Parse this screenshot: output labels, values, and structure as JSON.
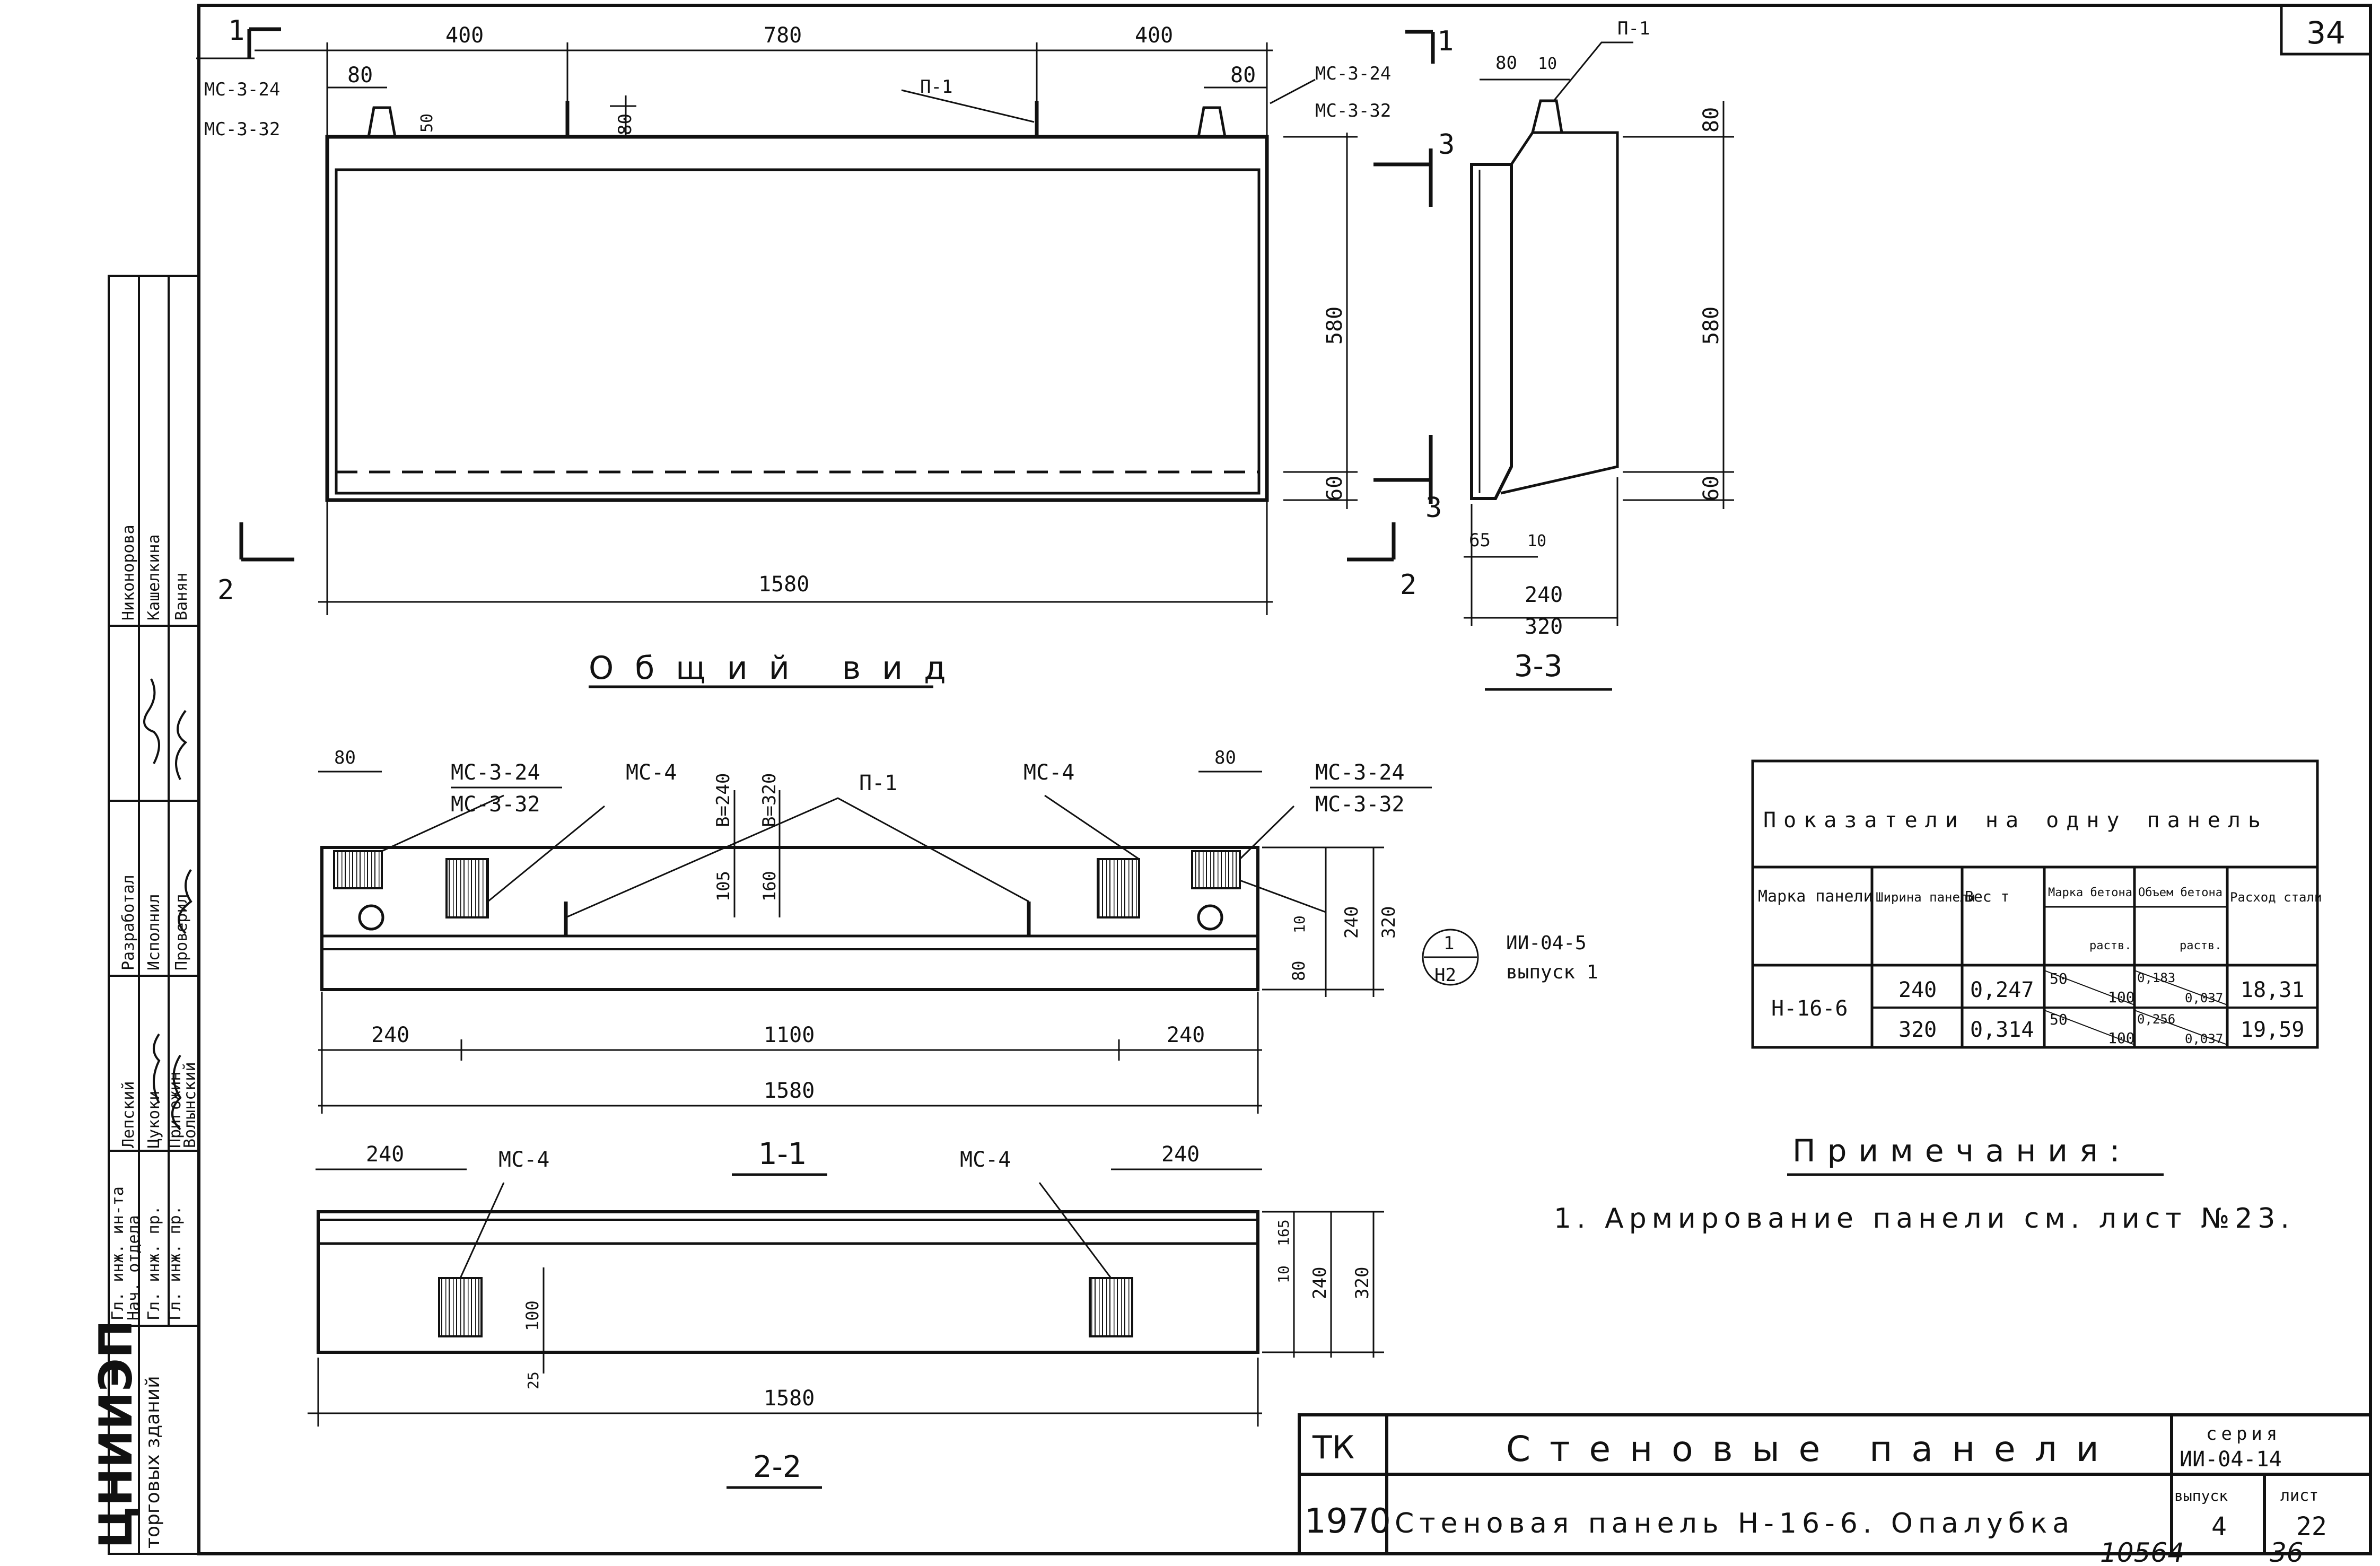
{
  "sheet": {
    "number": "34"
  },
  "general_view": {
    "title": "Общий вид",
    "dim_400_left": "400",
    "dim_780": "780",
    "dim_400_right": "400",
    "dim_80_left": "80",
    "dim_80_right": "80",
    "dim_50": "50",
    "dim_80_mid": "80",
    "dim_580": "580",
    "dim_60": "60",
    "dim_1580": "1580",
    "label_ms_top_l1": "МС-3-24",
    "label_ms_top_l2": "МС-3-32",
    "label_ms_top_r1": "МС-3-24",
    "label_ms_top_r2": "МС-3-32",
    "label_p1": "П-1",
    "cut1_left": "1",
    "cut1_right": "1",
    "cut2_left": "2",
    "cut2_right": "2",
    "cut3_top": "3",
    "cut3_bottom": "3"
  },
  "section_3_3": {
    "title": "3-3",
    "dim_80_top": "80",
    "dim_10_top": "10",
    "label_p1": "П-1",
    "dim_80_right": "80",
    "dim_580": "580",
    "dim_60": "60",
    "dim_65": "65",
    "dim_10": "10",
    "dim_240": "240",
    "dim_320": "320"
  },
  "section_1_1": {
    "title": "1-1",
    "dim_80_left": "80",
    "dim_80_right": "80",
    "label_ms_l1": "МС-3-24",
    "label_ms_l2": "МС-3-32",
    "label_ms4_left": "МС-4",
    "label_ms4_right": "МС-4",
    "label_b240": "В=240",
    "label_b320": "В=320",
    "label_p1": "П-1",
    "dim_105": "105",
    "dim_160": "160",
    "label_ms_r1": "МС-3-24",
    "label_ms_r2": "МС-3-32",
    "dim_10": "10",
    "dim_80_side": "80",
    "dim_240_side": "240",
    "dim_320_side": "320",
    "callout_top": "1",
    "callout_bottom": "Н2",
    "callout_ref1": "ИИ-04-5",
    "callout_ref2": "выпуск 1",
    "dim_240_left": "240",
    "dim_1100": "1100",
    "dim_240_right": "240",
    "dim_1580": "1580"
  },
  "section_2_2": {
    "title": "2-2",
    "dim_240_left": "240",
    "dim_240_right": "240",
    "label_ms4_left": "МС-4",
    "label_ms4_right": "МС-4",
    "dim_100": "100",
    "dim_25": "25",
    "dim_10": "10",
    "dim_165": "165",
    "dim_240": "240",
    "dim_320": "320",
    "dim_1580": "1580"
  },
  "indicators_table": {
    "title": "Показатели на одну панель",
    "headers": [
      "Марка панели",
      "Ширина панели",
      "Вес т",
      "Марка бетона",
      "Объем бетона",
      "Расход стали"
    ],
    "sub_headers": [
      "раств.",
      "раств."
    ],
    "rows": [
      {
        "mark": "Н-16-6",
        "width": "240",
        "weight": "0,247",
        "concrete_mark": "50",
        "mortar_mark": "100",
        "concrete_vol": "0,183",
        "mortar_vol": "0,037",
        "steel": "18,31"
      },
      {
        "mark": "",
        "width": "320",
        "weight": "0,314",
        "concrete_mark": "50",
        "mortar_mark": "100",
        "concrete_vol": "0,256",
        "mortar_vol": "0,037",
        "steel": "19,59"
      }
    ]
  },
  "notes": {
    "title": "Примечания:",
    "items": [
      "1. Армирование панели см. лист №23."
    ]
  },
  "stamp": {
    "rows": [
      {
        "role": "Разработал",
        "name": "Никонорова"
      },
      {
        "role": "Исполнил",
        "name": "Кашелкина"
      },
      {
        "role": "Проверил",
        "name": "Ванян"
      },
      {
        "role": "",
        "name": "Лепский"
      },
      {
        "role": "",
        "name": "Цукоки"
      },
      {
        "role": "",
        "name": "Пригожин"
      },
      {
        "role": "",
        "name": "Волынский"
      },
      {
        "role": "Гл. инж. ин-та",
        "name": ""
      },
      {
        "role": "Нач. отдела",
        "name": ""
      },
      {
        "role": "Гл. инж. пр.",
        "name": ""
      },
      {
        "role": "Гл. инж. пр.",
        "name": ""
      }
    ],
    "org": "ЦНИИЭП",
    "org_sub": "торговых зданий"
  },
  "title_block": {
    "code": "ТК",
    "year": "1970",
    "title": "Стеновые панели",
    "subtitle": "Стеновая панель Н-16-6. Опалубка",
    "series_label": "серия",
    "series_value": "ИИ-04-14",
    "issue_label": "выпуск",
    "issue_value": "4",
    "sheet_label": "лист",
    "sheet_value": "22"
  },
  "archive": {
    "inventory": "10564",
    "page": "36"
  }
}
